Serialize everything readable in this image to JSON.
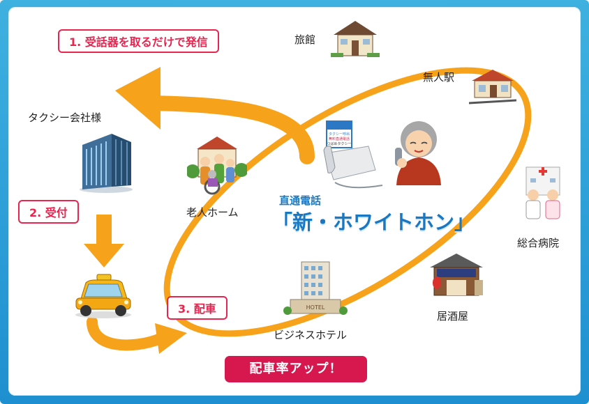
{
  "steps": {
    "step1": "1. 受話器を取るだけで発信",
    "step2": "2. 受付",
    "step3": "3. 配車"
  },
  "places": {
    "taxi_company": "タクシー会社様",
    "ryokan": "旅館",
    "station": "無人駅",
    "nursing_home": "老人ホーム",
    "hospital": "総合病院",
    "izakaya": "居酒屋",
    "hotel": "ビジネスホテル"
  },
  "phone": {
    "title": "直通電話",
    "name": "「新・ホワイトホン」",
    "card_lines": [
      "タクシー呼出",
      "無料直通電話",
      "つばめタクシー"
    ]
  },
  "cta": "配車率アップ！",
  "hotel_sign": "HOTEL",
  "icons": [
    "building-icon",
    "taxi-icon",
    "phone-icon",
    "grandmother-icon",
    "ryokan-icon",
    "station-icon",
    "nursing-home-icon",
    "hospital-icon",
    "izakaya-icon",
    "hotel-icon"
  ],
  "colors": {
    "frame": "#2a9fd8",
    "arrow": "#f7a21b",
    "step_border": "#e8244f",
    "cta_bg": "#d6184f",
    "phone_text": "#1a78c2"
  }
}
